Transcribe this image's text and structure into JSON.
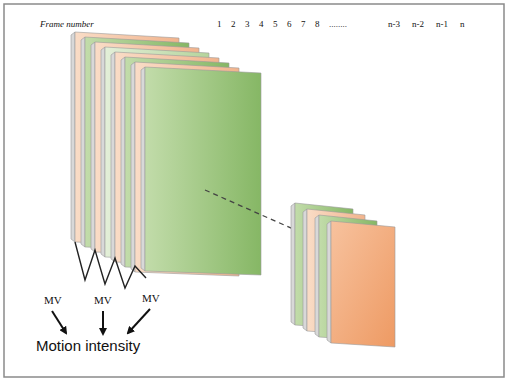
{
  "diagram": {
    "labels": [
      "Frame number",
      "1",
      "2",
      "3",
      "4",
      "5",
      "6",
      "7",
      "8",
      "........",
      "n-3",
      "n-2",
      "n-1",
      "n",
      "MV",
      "MV",
      "MV",
      "Motion intensity"
    ]
  }
}
